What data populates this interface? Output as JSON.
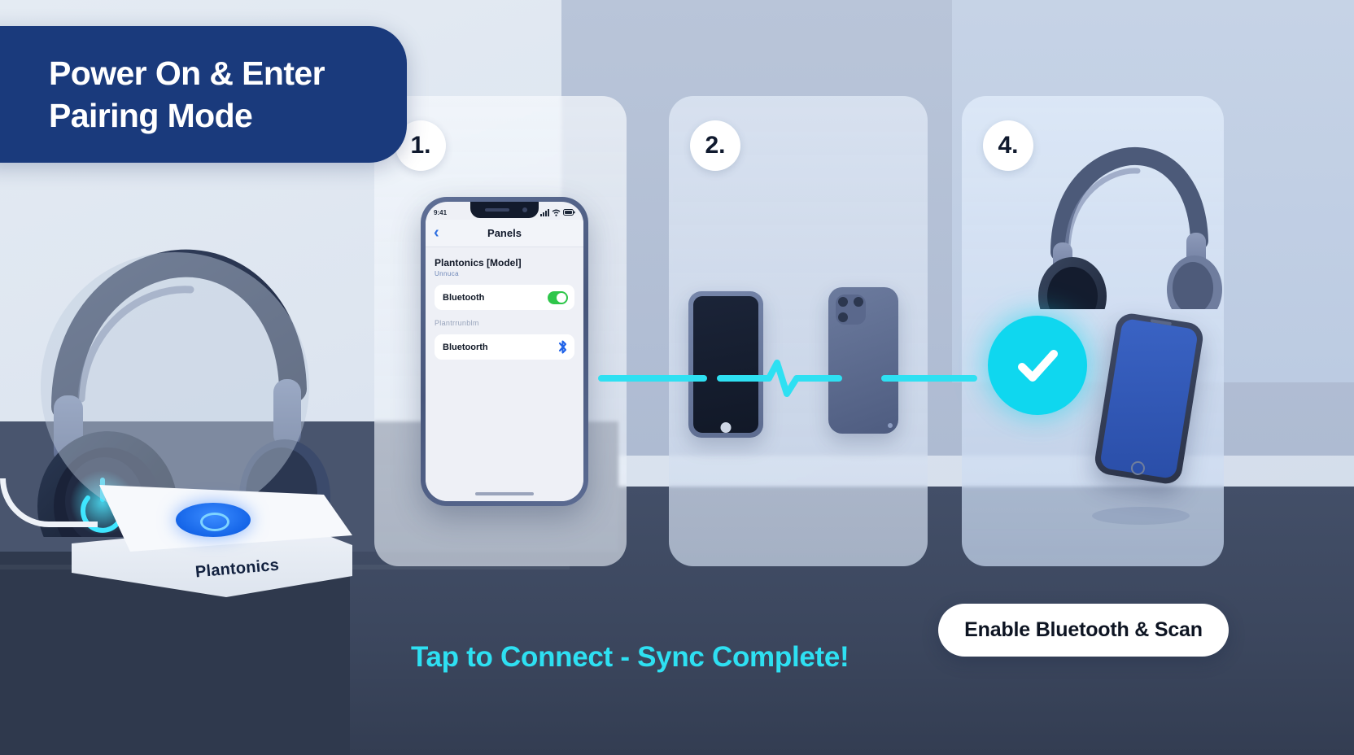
{
  "title": {
    "line1": "Power On & Enter",
    "line2": "Pairing Mode"
  },
  "hero": {
    "device_label": "headphones-illustration",
    "power_icon": "power-icon",
    "base_brand": "Plantonics"
  },
  "steps": [
    {
      "badge": "1.",
      "name": "phone-settings-panel"
    },
    {
      "badge": "2.",
      "name": "device-sync-panel"
    },
    {
      "badge": "4.",
      "name": "pairing-complete-panel"
    }
  ],
  "phone": {
    "status_time": "9:41",
    "status_icons": [
      "signal-icon",
      "wifi-icon",
      "battery-icon"
    ],
    "back_icon": "chevron-left-icon",
    "nav_title": "Panels",
    "device_name": "Plantonics [Model]",
    "device_subtitle": "Unnuca",
    "rows": [
      {
        "label": "Bluetooth",
        "control": "toggle-on",
        "control_icon": "green-toggle-icon"
      },
      {
        "label": "Bluetoorth",
        "control": "bluetooth-glyph",
        "control_icon": "bluetooth-icon"
      }
    ],
    "section_label": "Plantrrunblm"
  },
  "connection": {
    "icon": "pulse-wave-icon",
    "color": "#2ee0f2"
  },
  "success": {
    "icon": "check-circle-icon",
    "color": "#0fd7ef"
  },
  "caption": "Tap to Connect - Sync Complete!",
  "cta": {
    "label": "Enable Bluetooth & Scan"
  },
  "colors": {
    "banner": "#1a3a7c",
    "accent_cyan": "#2ee0f2",
    "toggle_green": "#2ec64a",
    "bluetooth_blue": "#1f62e8",
    "floor": "#3b465d"
  }
}
